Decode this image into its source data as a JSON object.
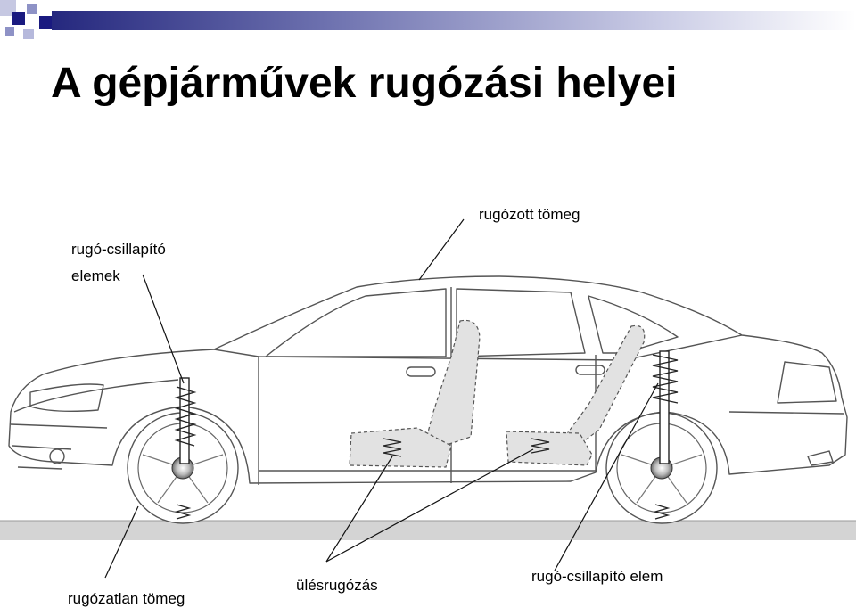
{
  "slide": {
    "title": "A gépjárművek rugózási helyei",
    "accent_colors": [
      "#1a1a80",
      "#8a8ec0",
      "#c8cbe4"
    ]
  },
  "diagram": {
    "labels": {
      "sprung_mass": "rugózott tömeg",
      "spring_damper_elements_line1": "rugó-csillapító",
      "spring_damper_elements_line2": "elemek",
      "unsprung_mass": "rugózatlan tömeg",
      "seat_suspension": "ülésrugózás",
      "spring_damper_element": "rugó-csillapító elem"
    }
  }
}
